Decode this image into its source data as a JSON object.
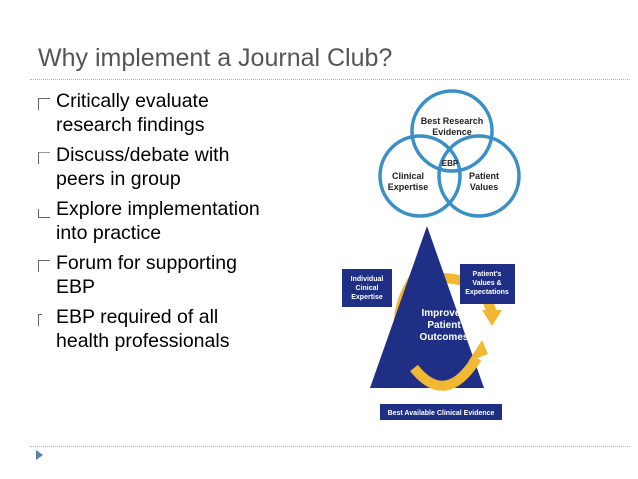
{
  "slide": {
    "title": "Why implement a Journal Club?"
  },
  "bullets": [
    {
      "lines": [
        "Critically evaluate",
        "research findings"
      ]
    },
    {
      "lines": [
        "Discuss/debate with",
        "peers in group"
      ]
    },
    {
      "lines": [
        "Explore implementation",
        "into practice"
      ]
    },
    {
      "lines": [
        "Forum for supporting",
        "EBP"
      ]
    },
    {
      "lines": [
        "EBP required of all",
        "health professionals"
      ]
    }
  ],
  "venn": {
    "top": [
      "Best Research",
      "Evidence"
    ],
    "left": [
      "Clinical",
      "Expertise"
    ],
    "right": [
      "Patient",
      "Values"
    ],
    "center": "EBP",
    "color": "#3a8fc6"
  },
  "triangle": {
    "center": [
      "Improved",
      "Patient",
      "Outcomes"
    ],
    "left_box": [
      "Individual",
      "Cinical",
      "Expertise"
    ],
    "right_box": [
      "Patient's",
      "Values &",
      "Expectations"
    ],
    "bottom_box": "Best Available Clinical Evidence",
    "color": "#1f2f86",
    "arrow_color": "#f2b733"
  }
}
